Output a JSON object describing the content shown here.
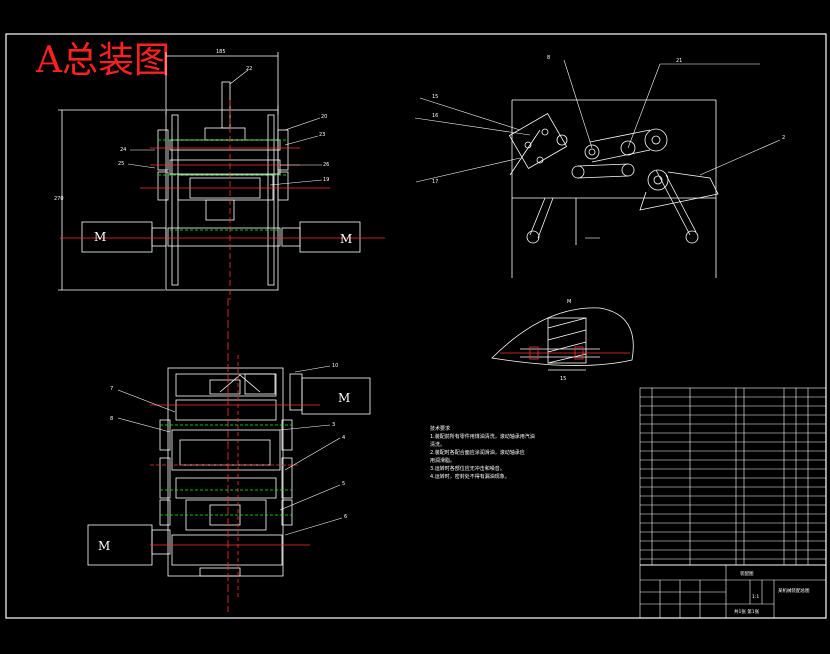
{
  "drawing": {
    "title": "A总装图",
    "motor_label": "M",
    "front_view": {
      "dim_top": "185",
      "dim_side": "270",
      "callouts": [
        "22",
        "20",
        "23",
        "24",
        "25",
        "26",
        "19"
      ]
    },
    "side_view": {
      "callouts": [
        "8",
        "21",
        "15",
        "16",
        "17",
        "2"
      ]
    },
    "detail": {
      "label": "M",
      "dim": "15"
    },
    "plan_view": {
      "callouts": [
        "7",
        "8",
        "10",
        "3",
        "4",
        "5",
        "6"
      ]
    },
    "notes": [
      "技术要求",
      "1.装配前所有零件用煤油清洗，滚动轴承用汽油",
      "清洗。",
      "2.装配时各配合面应涂润滑油，滚动轴承应",
      "用润滑脂。",
      "3.运转时各部位应无冲击和噪音。",
      "4.运转时，密封处不得有漏油现象。"
    ],
    "title_block": {
      "assembly_label": "装配图",
      "drawing_name": "某机械装配总图",
      "scale": "1:1",
      "sheet": "共1张 第1张"
    }
  }
}
